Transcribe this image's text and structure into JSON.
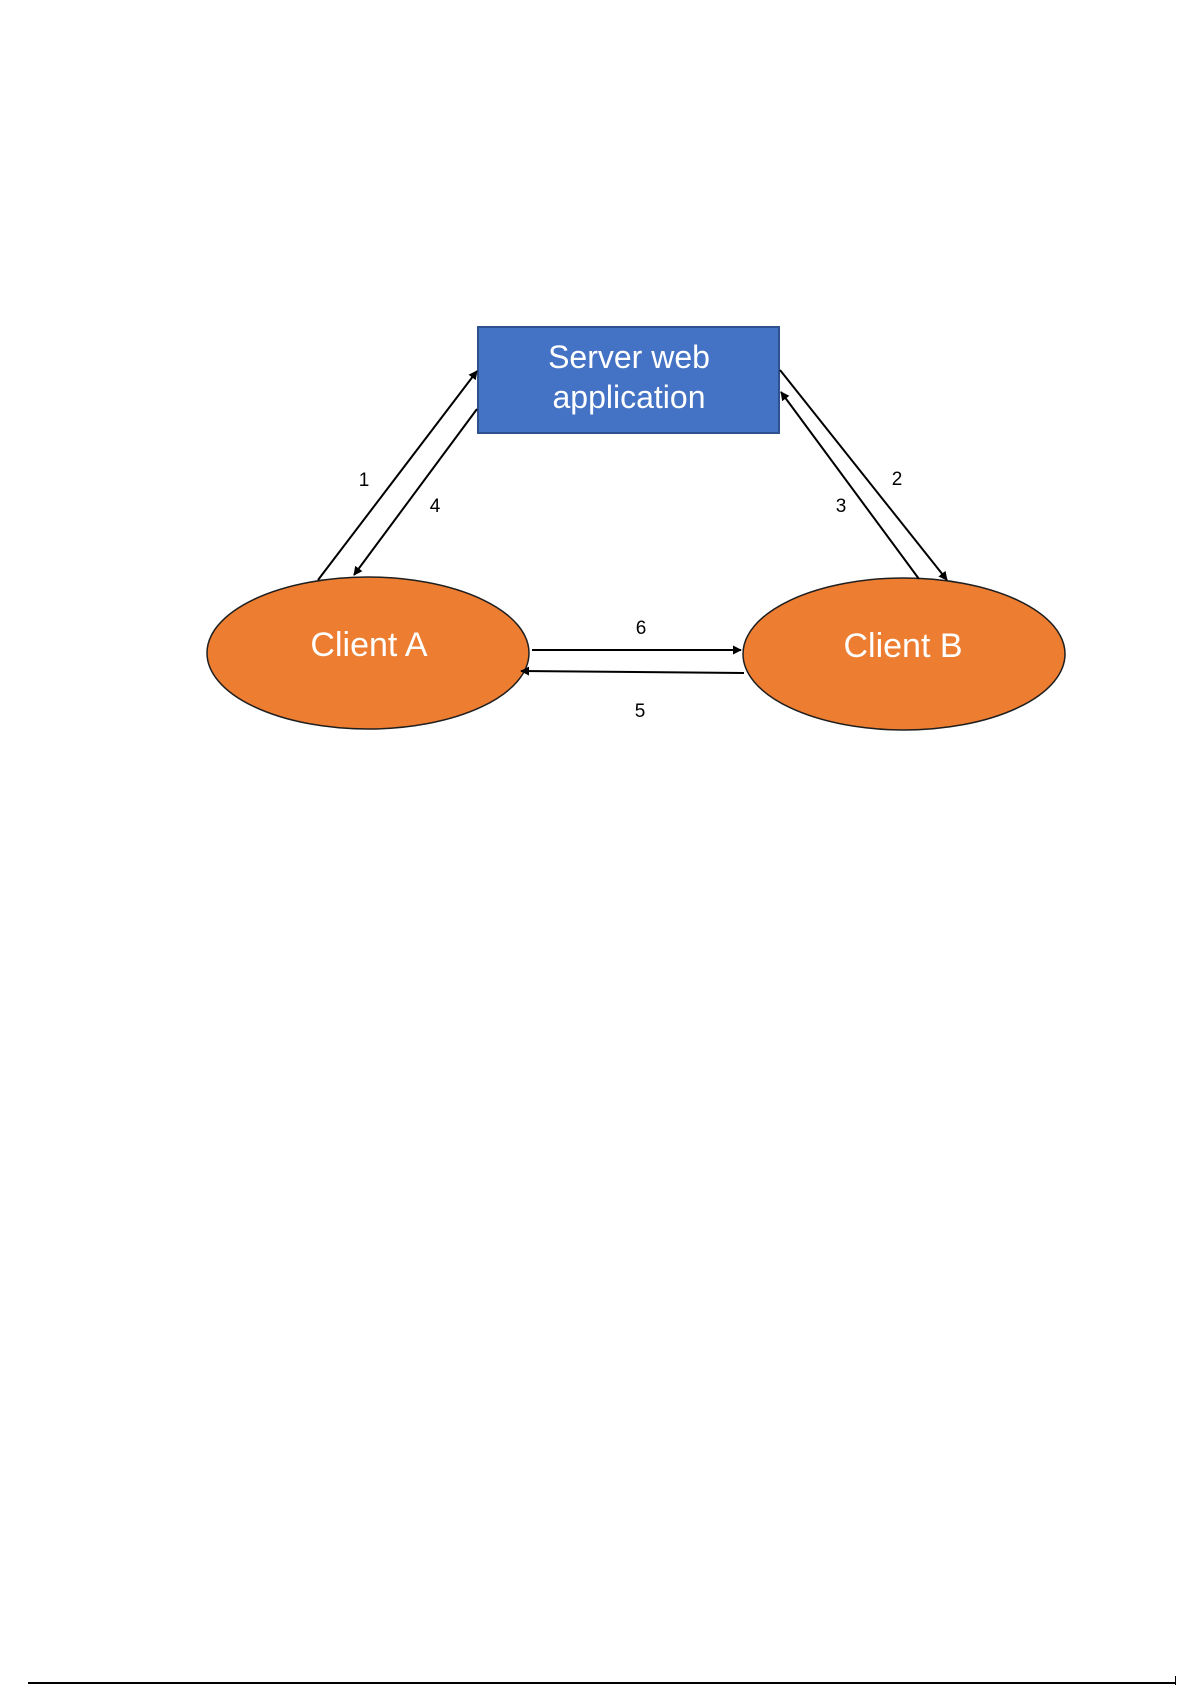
{
  "nodes": {
    "server": {
      "line1": "Server web",
      "line2": "application",
      "fill": "#4472C4",
      "stroke": "#2F528F"
    },
    "client_a": {
      "label": "Client A",
      "fill": "#ED7D31",
      "stroke": "#1F1F1F"
    },
    "client_b": {
      "label": "Client B",
      "fill": "#ED7D31",
      "stroke": "#1F1F1F"
    }
  },
  "edges": [
    {
      "label": "1",
      "from": "Client A",
      "to": "Server web application"
    },
    {
      "label": "2",
      "from": "Server web application",
      "to": "Client B"
    },
    {
      "label": "3",
      "from": "Client B",
      "to": "Server web application"
    },
    {
      "label": "4",
      "from": "Server web application",
      "to": "Client A"
    },
    {
      "label": "5",
      "from": "Client B",
      "to": "Client A"
    },
    {
      "label": "6",
      "from": "Client A",
      "to": "Client B"
    }
  ],
  "colors": {
    "edge": "#000000",
    "background": "#ffffff"
  }
}
